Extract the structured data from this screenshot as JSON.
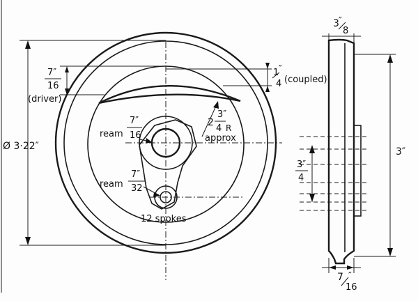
{
  "labels": {
    "dia_outer": "Ø 3·22″",
    "drv_num": "7″",
    "drv_den": "16",
    "drv_tag": "(driver)",
    "coupled_num": "1",
    "coupled_den": "4",
    "coupled_in": "″",
    "coupled_tag": "(coupled)",
    "radius_whole": "2",
    "radius_num": "3″",
    "radius_den": "4",
    "radius_R": "R",
    "approx": "approx",
    "ream_word_1": "ream",
    "ream1_num": "7″",
    "ream1_den": "16",
    "ream_word_2": "ream",
    "ream2_num": "7″",
    "ream2_den": "32",
    "spokes": "12 spokes",
    "width_num": "3",
    "width_den": "8",
    "width_in": "″",
    "height_tag": "3″",
    "hub_num": "3″",
    "hub_den": "4",
    "flange_num": "7",
    "flange_den": "16",
    "flange_in": "″"
  }
}
